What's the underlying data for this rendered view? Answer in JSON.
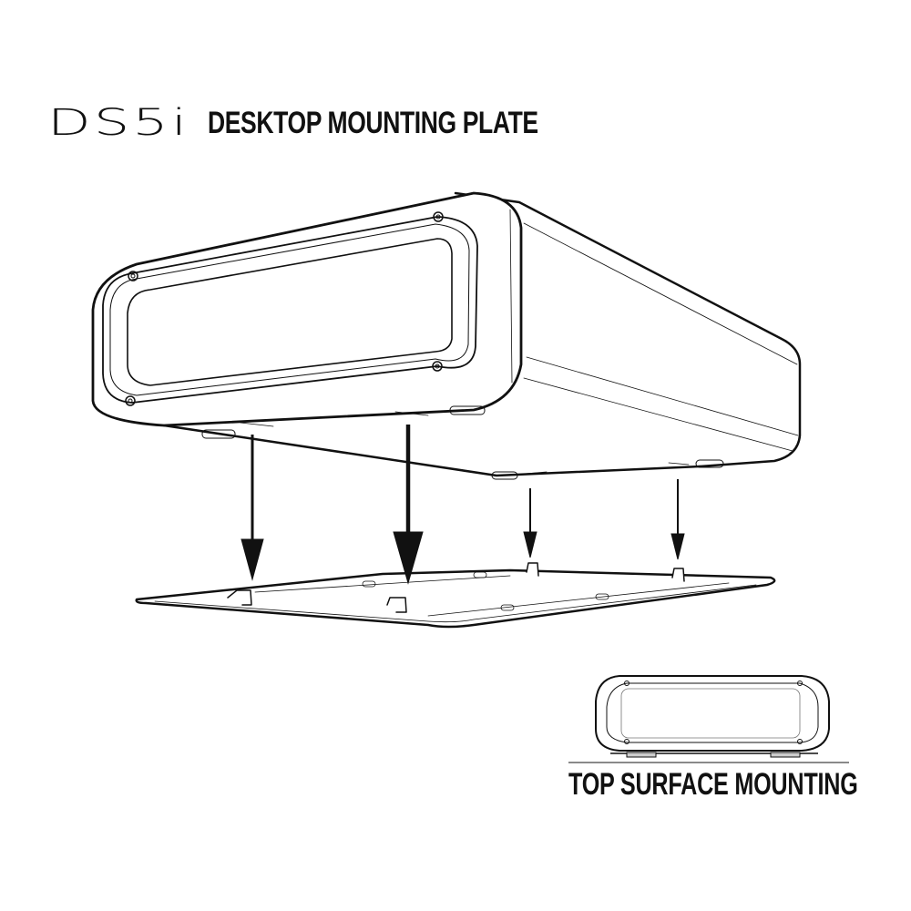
{
  "header": {
    "brand": "DS5i",
    "title": "DESKTOP MOUNTING PLATE"
  },
  "diagram": {
    "main_view": "device-underside-with-mounting-plate",
    "arrows": 4,
    "arrow_direction": "down",
    "line_color": "#111111",
    "background": "#ffffff"
  },
  "inset": {
    "label": "TOP SURFACE MOUNTING"
  }
}
